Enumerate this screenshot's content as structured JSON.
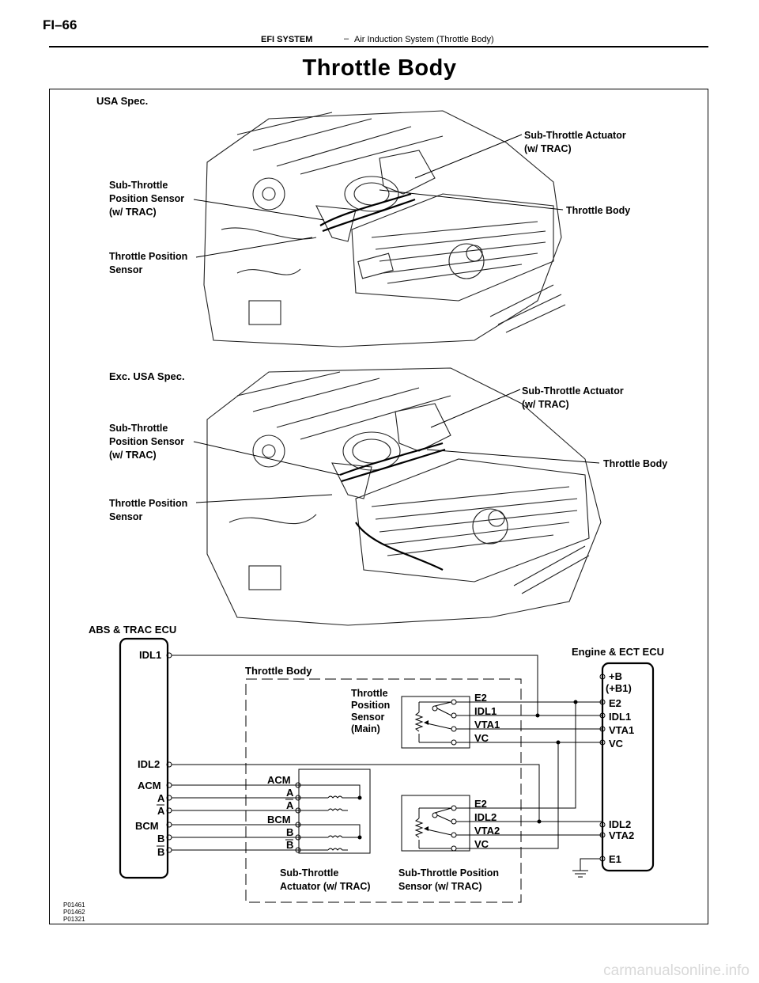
{
  "header": {
    "page_number": "FI–66",
    "section": "EFI SYSTEM",
    "separator": "–",
    "subsection": "Air Induction System (Throttle Body)"
  },
  "title": "Throttle Body",
  "usa": {
    "heading": "USA Spec.",
    "sub_actuator": [
      "Sub-Throttle Actuator",
      "(w/ TRAC)"
    ],
    "sub_sensor": [
      "Sub-Throttle",
      "Position Sensor",
      "(w/ TRAC)"
    ],
    "throttle_body": "Throttle Body",
    "tps": [
      "Throttle Position",
      "Sensor"
    ]
  },
  "exc": {
    "heading": "Exc. USA Spec.",
    "sub_actuator": [
      "Sub-Throttle Actuator",
      "(w/ TRAC)"
    ],
    "sub_sensor": [
      "Sub-Throttle",
      "Position Sensor",
      "(w/ TRAC)"
    ],
    "throttle_body": "Throttle Body",
    "tps": [
      "Throttle Position",
      "Sensor"
    ]
  },
  "wiring": {
    "abs_ecu": "ABS & TRAC ECU",
    "engine_ecu": "Engine & ECT ECU",
    "throttle_body": "Throttle Body",
    "abs_terminals": [
      "IDL1",
      "IDL2",
      "ACM",
      "A",
      "A",
      "BCM",
      "B",
      "B"
    ],
    "tps_main": [
      "Throttle",
      "Position",
      "Sensor",
      "(Main)"
    ],
    "tps_main_terminals": [
      "E2",
      "IDL1",
      "VTA1",
      "VC"
    ],
    "actuator_terminals": [
      "ACM",
      "A",
      "A",
      "BCM",
      "B",
      "B"
    ],
    "sub_tps_terminals": [
      "E2",
      "IDL2",
      "VTA2",
      "VC"
    ],
    "ecu_terminals": [
      "+B",
      "(+B1)",
      "E2",
      "IDL1",
      "VTA1",
      "VC",
      "IDL2",
      "VTA2",
      "E1"
    ],
    "actuator_caption": [
      "Sub-Throttle",
      "Actuator (w/ TRAC)"
    ],
    "sensor_caption": [
      "Sub-Throttle Position",
      "Sensor (w/ TRAC)"
    ]
  },
  "figure_refs": [
    "P01461",
    "P01462",
    "P01321"
  ],
  "watermark": "carmanualsonline.info"
}
